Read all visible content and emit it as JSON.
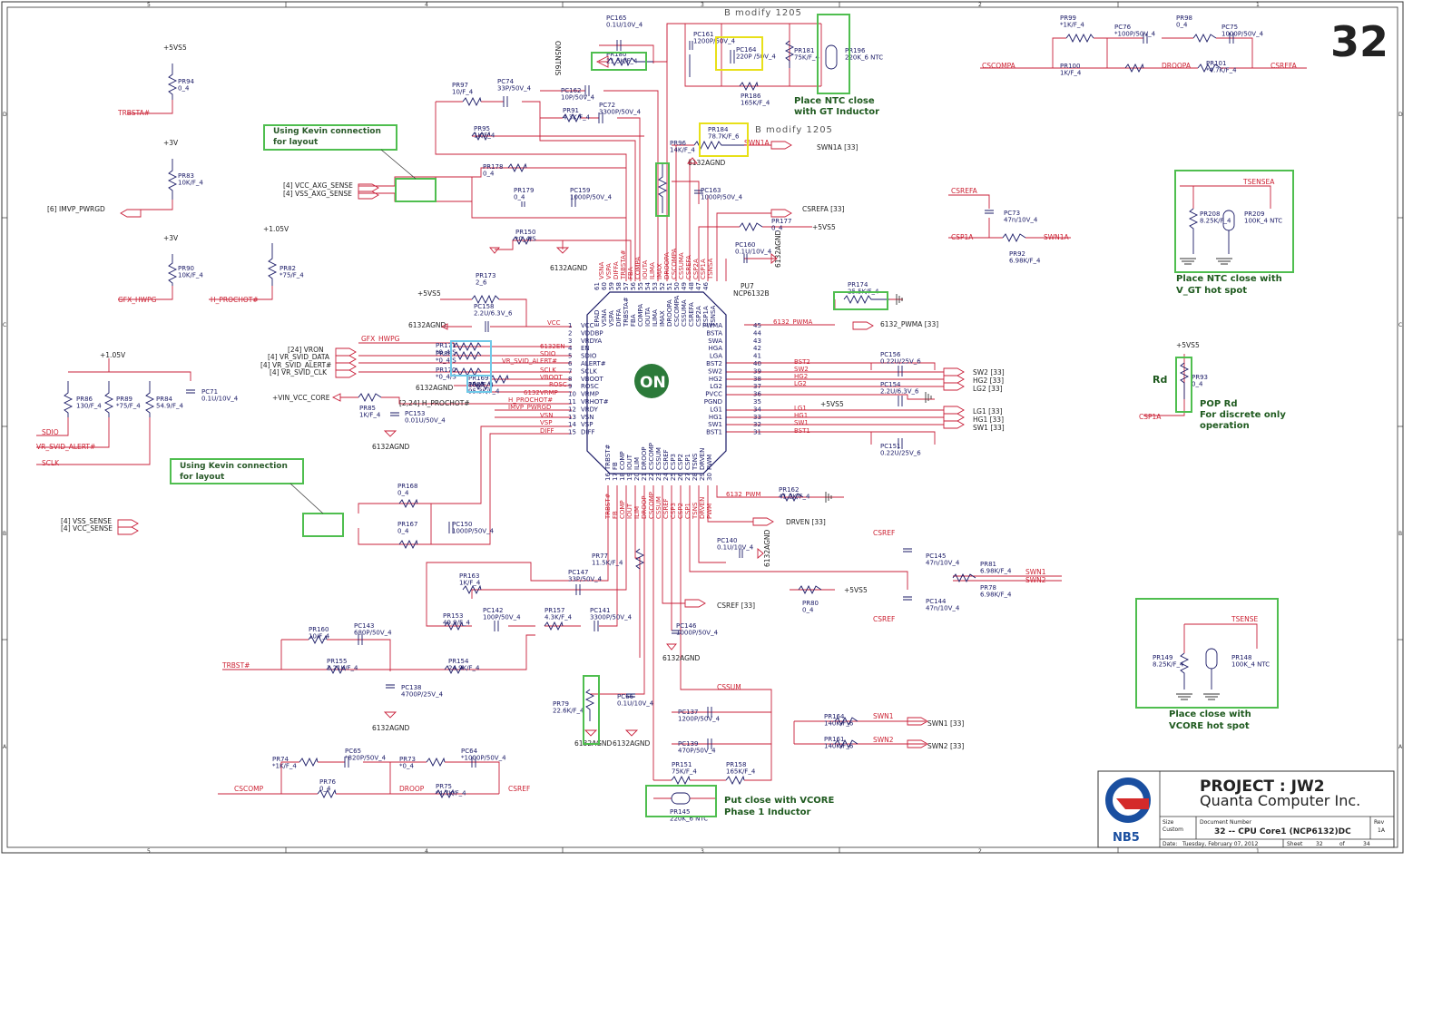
{
  "sheet": {
    "page_number": "32",
    "col_marks": [
      "5",
      "4",
      "3",
      "2",
      "1"
    ],
    "row_marks": [
      "D",
      "C",
      "B",
      "A"
    ]
  },
  "title_block": {
    "project": "PROJECT : JW2",
    "company": "Quanta Computer Inc.",
    "logo_text": "NB5",
    "size_label": "Size",
    "size_value": "Custom",
    "docnum_label": "Document Number",
    "doc_title": "32 -- CPU Core1 (NCP6132)DC",
    "rev_label": "Rev",
    "rev_value": "1A",
    "date_label": "Date:",
    "date_value": "Tuesday, February 07, 2012",
    "sheet_label": "Sheet",
    "sheet_value": "32",
    "of_label": "of",
    "of_value": "34"
  },
  "ic": {
    "ref": "PU7",
    "part": "NCP6132B",
    "logo": "ON",
    "left_pins": [
      "VCC",
      "VDDBP",
      "VRDYA",
      "EN",
      "SDIO",
      "ALERT#",
      "SCLK",
      "VBOOT",
      "ROSC",
      "VRMP",
      "VRHOT#",
      "VRDY",
      "VSN",
      "VSP",
      "DIFF"
    ],
    "left_nums": [
      "1",
      "2",
      "3",
      "4",
      "5",
      "6",
      "7",
      "8",
      "9",
      "10",
      "11",
      "12",
      "13",
      "14",
      "15"
    ],
    "right_pins": [
      "PWMA",
      "BSTA",
      "SWA",
      "HGA",
      "LGA",
      "BST2",
      "SW2",
      "HG2",
      "LG2",
      "PVCC",
      "PGND",
      "LG1",
      "HG1",
      "SW1",
      "BST1"
    ],
    "right_nums": [
      "45",
      "44",
      "43",
      "42",
      "41",
      "40",
      "39",
      "38",
      "37",
      "36",
      "35",
      "34",
      "33",
      "32",
      "31"
    ],
    "top_pins": [
      "EPAD",
      "VSNA",
      "VSPA",
      "DIFFA",
      "TRBSTA#",
      "FBA",
      "COMPA",
      "IOUTA",
      "ILIMA",
      "IMAX",
      "DROOPA",
      "CSCOMPA",
      "CSSUMA",
      "CSREFA",
      "CSP2A",
      "CSP1A",
      "TSNSA"
    ],
    "top_nums": [
      "61",
      "60",
      "59",
      "58",
      "57",
      "56",
      "55",
      "54",
      "53",
      "52",
      "51",
      "50",
      "49",
      "48",
      "47",
      "46"
    ],
    "bottom_pins": [
      "TRBST#",
      "FB",
      "COMP",
      "IOUT",
      "ILIM",
      "DROOP",
      "CSCOMP",
      "CSSUM",
      "CSREF",
      "CSP3",
      "CSP2",
      "CSP1",
      "TSNS",
      "DRVEN",
      "PWM"
    ],
    "bottom_nums": [
      "16",
      "17",
      "18",
      "19",
      "20",
      "21",
      "22",
      "23",
      "24",
      "25",
      "26",
      "27",
      "28",
      "29",
      "30"
    ]
  },
  "notes": {
    "kevin_top": [
      "Using Kevin connection",
      "for layout"
    ],
    "kevin_bottom": [
      "Using Kevin connection",
      "for layout"
    ],
    "ntc_gt_inductor": [
      "Place NTC close",
      "with GT Inductor"
    ],
    "ntc_vgt": [
      "Place NTC close with",
      "V_GT hot spot"
    ],
    "rd": "Rd",
    "pop_rd": [
      "POP Rd",
      "For discrete only",
      "operation"
    ],
    "vcore_hot": [
      "Place close with",
      "VCORE hot spot"
    ],
    "vcore_phase1": [
      "Put close with VCORE",
      "Phase 1 Inductor"
    ],
    "b_modify_top": "B  modify  1205",
    "b_modify_mid": "B  modify  1205"
  },
  "components": [
    {
      "ref": "PR94",
      "val": "0_4"
    },
    {
      "ref": "PR83",
      "val": "10K/F_4"
    },
    {
      "ref": "PR90",
      "val": "10K/F_4"
    },
    {
      "ref": "PR82",
      "val": "*75/F_4"
    },
    {
      "ref": "PR86",
      "val": "130/F_4"
    },
    {
      "ref": "PR89",
      "val": "*75/F_4"
    },
    {
      "ref": "PR84",
      "val": "54.9/F_4"
    },
    {
      "ref": "PC71",
      "val": "0.1U/10V_4"
    },
    {
      "ref": "PR97",
      "val": "10/F_4"
    },
    {
      "ref": "PC74",
      "val": "33P/50V_4"
    },
    {
      "ref": "PC162",
      "val": "10P/50V_4"
    },
    {
      "ref": "PR95",
      "val": "1K/F_4"
    },
    {
      "ref": "PR91",
      "val": "4.3K/F_4"
    },
    {
      "ref": "PC72",
      "val": "3300P/50V_4"
    },
    {
      "ref": "PC165",
      "val": "0.1U/10V_4"
    },
    {
      "ref": "PR180",
      "val": "21.5K/F_4"
    },
    {
      "ref": "PC161",
      "val": "1200P/50V_4"
    },
    {
      "ref": "PC164",
      "val": "220P /50V_4"
    },
    {
      "ref": "PR181",
      "val": "75K/F_4"
    },
    {
      "ref": "PR196",
      "val": "220K_6 NTC"
    },
    {
      "ref": "PR186",
      "val": "165K/F_4"
    },
    {
      "ref": "PR184",
      "val": "78.7K/F_6"
    },
    {
      "ref": "PR96",
      "val": "14K/F_4"
    },
    {
      "ref": "PC163",
      "val": "1000P/50V_4"
    },
    {
      "ref": "PR178",
      "val": "0_4"
    },
    {
      "ref": "PR179",
      "val": "0_4"
    },
    {
      "ref": "PC159",
      "val": "1000P/50V_4"
    },
    {
      "ref": "PR150",
      "val": "*0_4/S"
    },
    {
      "ref": "PR177",
      "val": "0_4"
    },
    {
      "ref": "PC160",
      "val": "0.1U/10V_4"
    },
    {
      "ref": "PR173",
      "val": "2_6"
    },
    {
      "ref": "PC158",
      "val": "2.2U/6.3V_6"
    },
    {
      "ref": "PR171",
      "val": "*0_4/S"
    },
    {
      "ref": "PR88",
      "val": "*0_4/S"
    },
    {
      "ref": "PR170",
      "val": "*0_4/S"
    },
    {
      "ref": "PR169",
      "val": "10K/F_4"
    },
    {
      "ref": "PR87",
      "val": "95.3K/F_4"
    },
    {
      "ref": "PR85",
      "val": "1K/F_4"
    },
    {
      "ref": "PC153",
      "val": "0.01U/50V_4"
    },
    {
      "ref": "PR174",
      "val": "25.5K/F_4"
    },
    {
      "ref": "PC156",
      "val": "0.22U/25V_6"
    },
    {
      "ref": "PC154",
      "val": "2.2U/6.3V_6"
    },
    {
      "ref": "PC151",
      "val": "0.22U/25V_6"
    },
    {
      "ref": "PR162",
      "val": "41.2K/F_4"
    },
    {
      "ref": "PC140",
      "val": "0.1U/10V_4"
    },
    {
      "ref": "PR168",
      "val": "0_4"
    },
    {
      "ref": "PR167",
      "val": "0_4"
    },
    {
      "ref": "PC150",
      "val": "1000P/50V_4"
    },
    {
      "ref": "PR77",
      "val": "11.5K/F_4"
    },
    {
      "ref": "PR163",
      "val": "1K/F_4"
    },
    {
      "ref": "PC147",
      "val": "33P/50V_4"
    },
    {
      "ref": "PR153",
      "val": "49.9/F_4"
    },
    {
      "ref": "PC142",
      "val": "100P/50V_4"
    },
    {
      "ref": "PR157",
      "val": "4.3K/F_4"
    },
    {
      "ref": "PC141",
      "val": "3300P/50V_4"
    },
    {
      "ref": "PC146",
      "val": "1000P/50V_4"
    },
    {
      "ref": "PR80",
      "val": "0_4"
    },
    {
      "ref": "PC145",
      "val": "47n/10V_4"
    },
    {
      "ref": "PR81",
      "val": "6.98K/F_4"
    },
    {
      "ref": "PR78",
      "val": "6.98K/F_4"
    },
    {
      "ref": "PC144",
      "val": "47n/10V_4"
    },
    {
      "ref": "PR160",
      "val": "10/F_4"
    },
    {
      "ref": "PC143",
      "val": "680P/50V_4"
    },
    {
      "ref": "PR155",
      "val": "1.21K/F_4"
    },
    {
      "ref": "PR154",
      "val": "24.9K/F_4"
    },
    {
      "ref": "PC138",
      "val": "4700P/25V_4"
    },
    {
      "ref": "PR79",
      "val": "22.6K/F_4"
    },
    {
      "ref": "PC66",
      "val": "0.1U/10V_4"
    },
    {
      "ref": "PC137",
      "val": "1200P/50V_4"
    },
    {
      "ref": "PC139",
      "val": "470P/50V_4"
    },
    {
      "ref": "PR164",
      "val": "140K/F_6"
    },
    {
      "ref": "PR161",
      "val": "140K/F_6"
    },
    {
      "ref": "PR151",
      "val": "75K/F_4"
    },
    {
      "ref": "PR158",
      "val": "165K/F_4"
    },
    {
      "ref": "PR145",
      "val": "220K_6 NTC"
    },
    {
      "ref": "PR74",
      "val": "*1K/F_4"
    },
    {
      "ref": "PC65",
      "val": "*820P/50V_4"
    },
    {
      "ref": "PR73",
      "val": "*0_4"
    },
    {
      "ref": "PC64",
      "val": "*1000P/50V_4"
    },
    {
      "ref": "PR76",
      "val": "0_4"
    },
    {
      "ref": "PR75",
      "val": "*4.7K/F_4"
    },
    {
      "ref": "PR99",
      "val": "*1K/F_4"
    },
    {
      "ref": "PC76",
      "val": "*100P/50V_4"
    },
    {
      "ref": "PR98",
      "val": "0_4"
    },
    {
      "ref": "PC75",
      "val": "1000P/50V_4"
    },
    {
      "ref": "PR100",
      "val": "1K/F_4"
    },
    {
      "ref": "PR101",
      "val": "*4.7K/F_4"
    },
    {
      "ref": "PC73",
      "val": "47n/10V_4"
    },
    {
      "ref": "PR92",
      "val": "6.98K/F_4"
    },
    {
      "ref": "PR208",
      "val": "8.25K/F_4"
    },
    {
      "ref": "PR209",
      "val": "100K_4 NTC"
    },
    {
      "ref": "PR93",
      "val": "0_4"
    },
    {
      "ref": "PR149",
      "val": "8.25K/F_4"
    },
    {
      "ref": "PR148",
      "val": "100K_4 NTC"
    }
  ],
  "nets": {
    "v5s": "+5VS5",
    "v3a": "+3V",
    "v3b": "+3V",
    "v105a": "+1.05V",
    "v105b": "+1.05V",
    "trbsta": "TRBSTA#",
    "imvp_pwrgd": "[6]  IMVP_PWRGD",
    "gfx_hwpg": "GFX_HWPG",
    "h_prochot": "H_PROCHOT#",
    "vcc_axg_sense": "[4]  VCC_AXG_SENSE",
    "vss_axg_sense": "[4]  VSS_AXG_SENSE",
    "vron": "[24]  VRON",
    "svid_data": "[4]  VR_SVID_DATA",
    "svid_alert": "[4]  VR_SVID_ALERT#",
    "svid_clk": "[4]  VR_SVID_CLK",
    "sdio": "SDIO",
    "vr_svid_alert": "VR_SVID_ALERT#",
    "sclk": "SCLK",
    "vss_sense": "[4]  VSS_SENSE",
    "vcc_sense": "[4]  VCC_SENSE",
    "vin_vcc_core": "+VIN_VCC_CORE",
    "h_prochot_224": "[2,24]  H_PROCHOT#",
    "agnd": "6132AGND",
    "pwma": "6132_PWMA",
    "pwma_ref": "6132_PWMA  [33]",
    "pwm": "6132_PWM",
    "drven": "DRVEN  [33]",
    "csref": "CSREF  [33]",
    "csrefa": "CSREFA  [33]",
    "swn1a": "SWN1A  [33]",
    "sw2": "SW2  [33]",
    "hg2": "HG2  [33]",
    "lg2": "LG2  [33]",
    "lg1": "LG1  [33]",
    "hg1": "HG1  [33]",
    "sw1": "SW1  [33]",
    "swn1": "SWN1  [33]",
    "swn2": "SWN2  [33]",
    "cscompa": "CSCOMPA",
    "droopa": "DROOPA",
    "csrefa_r": "CSREFA",
    "cscomp": "CSCOMP",
    "droop": "DROOP",
    "csref_l": "CSREF",
    "trbst": "TRBST#",
    "cssum": "CSSUM",
    "csp1a": "CSP1A",
    "tsensea": "TSENSEA",
    "tsense": "TSENSE",
    "csp1a_l": "CSP1A",
    "swn1a_l": "SWN1A",
    "csrefa_l": "CSREFA",
    "swn1_l": "SWN1",
    "swn2_l": "SWN2",
    "ic_vcc": "VCC",
    "ic_6132en": "6132EN",
    "ic_sdio": "SDIO",
    "ic_alert": "VR_SVID_ALERT#",
    "ic_sclk": "SCLK",
    "ic_vboot": "VBOOT",
    "ic_rosc": "ROSC",
    "ic_vrmp": "6132VRMP",
    "ic_prochot": "H_PROCHOT#",
    "ic_pwrgd": "IMVP_PWRGD",
    "ic_vsn": "VSN",
    "ic_vsp": "VSP",
    "ic_diff": "DIFF",
    "bst2": "BST2",
    "sw2n": "SW2",
    "hg2n": "HG2",
    "lg2n": "LG2",
    "lg1n": "LG1",
    "hg1n": "HG1",
    "sw1n": "SW1",
    "bst1n": "BST1",
    "orientation_label": "ON5NT6IS"
  }
}
